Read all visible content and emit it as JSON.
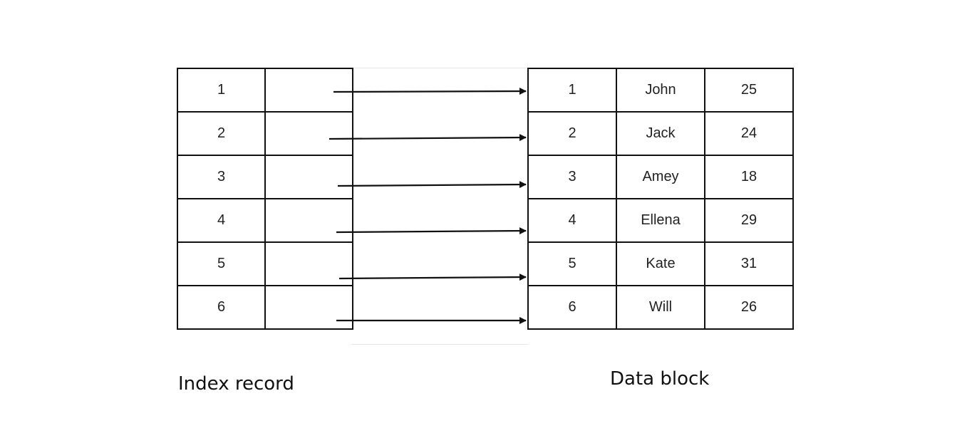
{
  "index_record": {
    "caption": "Index record",
    "rows": [
      {
        "key": "1",
        "pointer": ""
      },
      {
        "key": "2",
        "pointer": ""
      },
      {
        "key": "3",
        "pointer": ""
      },
      {
        "key": "4",
        "pointer": ""
      },
      {
        "key": "5",
        "pointer": ""
      },
      {
        "key": "6",
        "pointer": ""
      }
    ]
  },
  "data_block": {
    "caption": "Data block",
    "rows": [
      {
        "id": "1",
        "name": "John",
        "age": "25"
      },
      {
        "id": "2",
        "name": "Jack",
        "age": "24"
      },
      {
        "id": "3",
        "name": "Amey",
        "age": "18"
      },
      {
        "id": "4",
        "name": "Ellena",
        "age": "29"
      },
      {
        "id": "5",
        "name": "Kate",
        "age": "31"
      },
      {
        "id": "6",
        "name": "Will",
        "age": "26"
      }
    ]
  },
  "colors": {
    "line": "#111111",
    "text": "#222222"
  }
}
